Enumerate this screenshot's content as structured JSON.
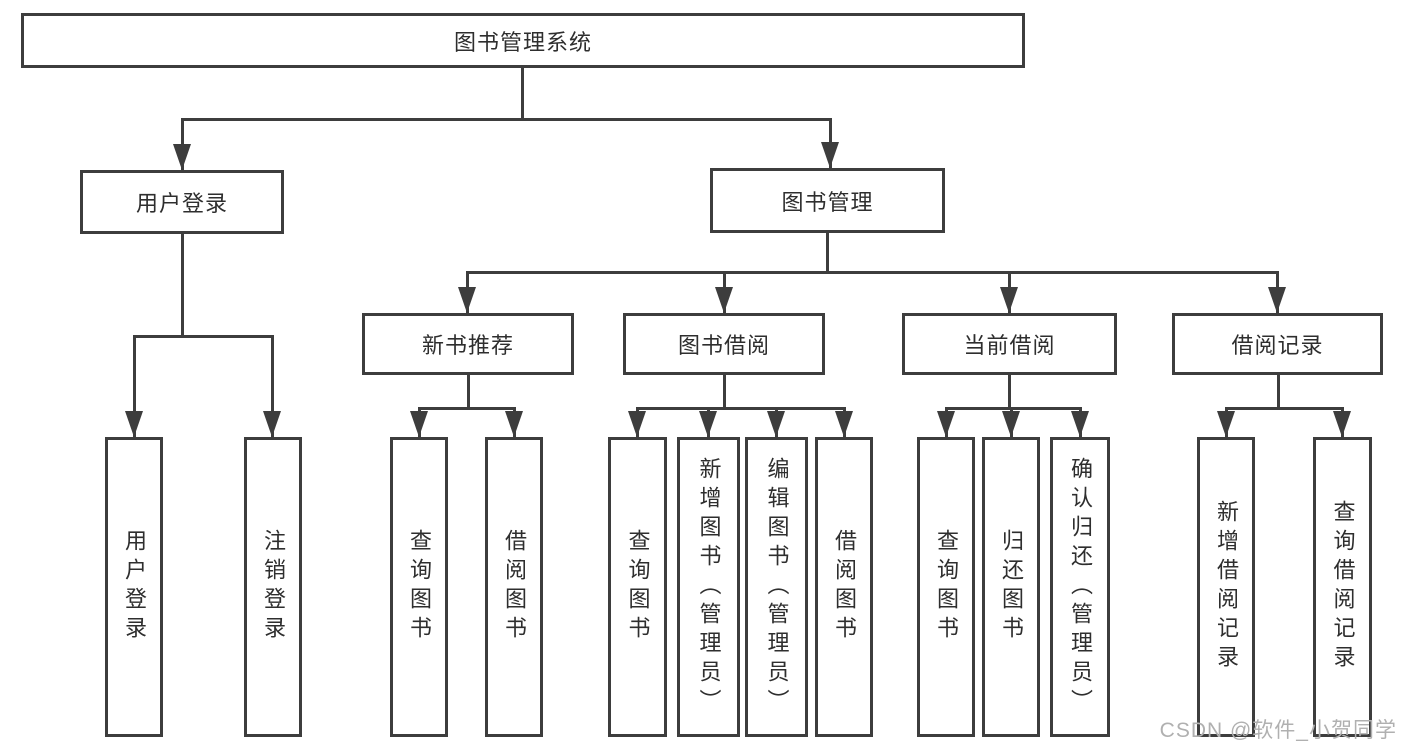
{
  "tree": {
    "root": {
      "label": "图书管理系统"
    },
    "branches": [
      {
        "label": "用户登录",
        "children": [
          {
            "label": "用户登录"
          },
          {
            "label": "注销登录"
          }
        ]
      },
      {
        "label": "图书管理",
        "children": [
          {
            "label": "新书推荐",
            "children": [
              {
                "label": "查询图书"
              },
              {
                "label": "借阅图书"
              }
            ]
          },
          {
            "label": "图书借阅",
            "children": [
              {
                "label": "查询图书"
              },
              {
                "label": "新增图书（管理员）"
              },
              {
                "label": "编辑图书（管理员）"
              },
              {
                "label": "借阅图书"
              }
            ]
          },
          {
            "label": "当前借阅",
            "children": [
              {
                "label": "查询图书"
              },
              {
                "label": "归还图书"
              },
              {
                "label": "确认归还（管理员）"
              }
            ]
          },
          {
            "label": "借阅记录",
            "children": [
              {
                "label": "新增借阅记录"
              },
              {
                "label": "查询借阅记录"
              }
            ]
          }
        ]
      }
    ]
  },
  "watermark": {
    "text": "CSDN @软件_小贺同学"
  },
  "colors": {
    "line": "#3d3d3d",
    "text": "#2e2e2e",
    "watermark": "#b0b0b0",
    "background": "#ffffff"
  }
}
